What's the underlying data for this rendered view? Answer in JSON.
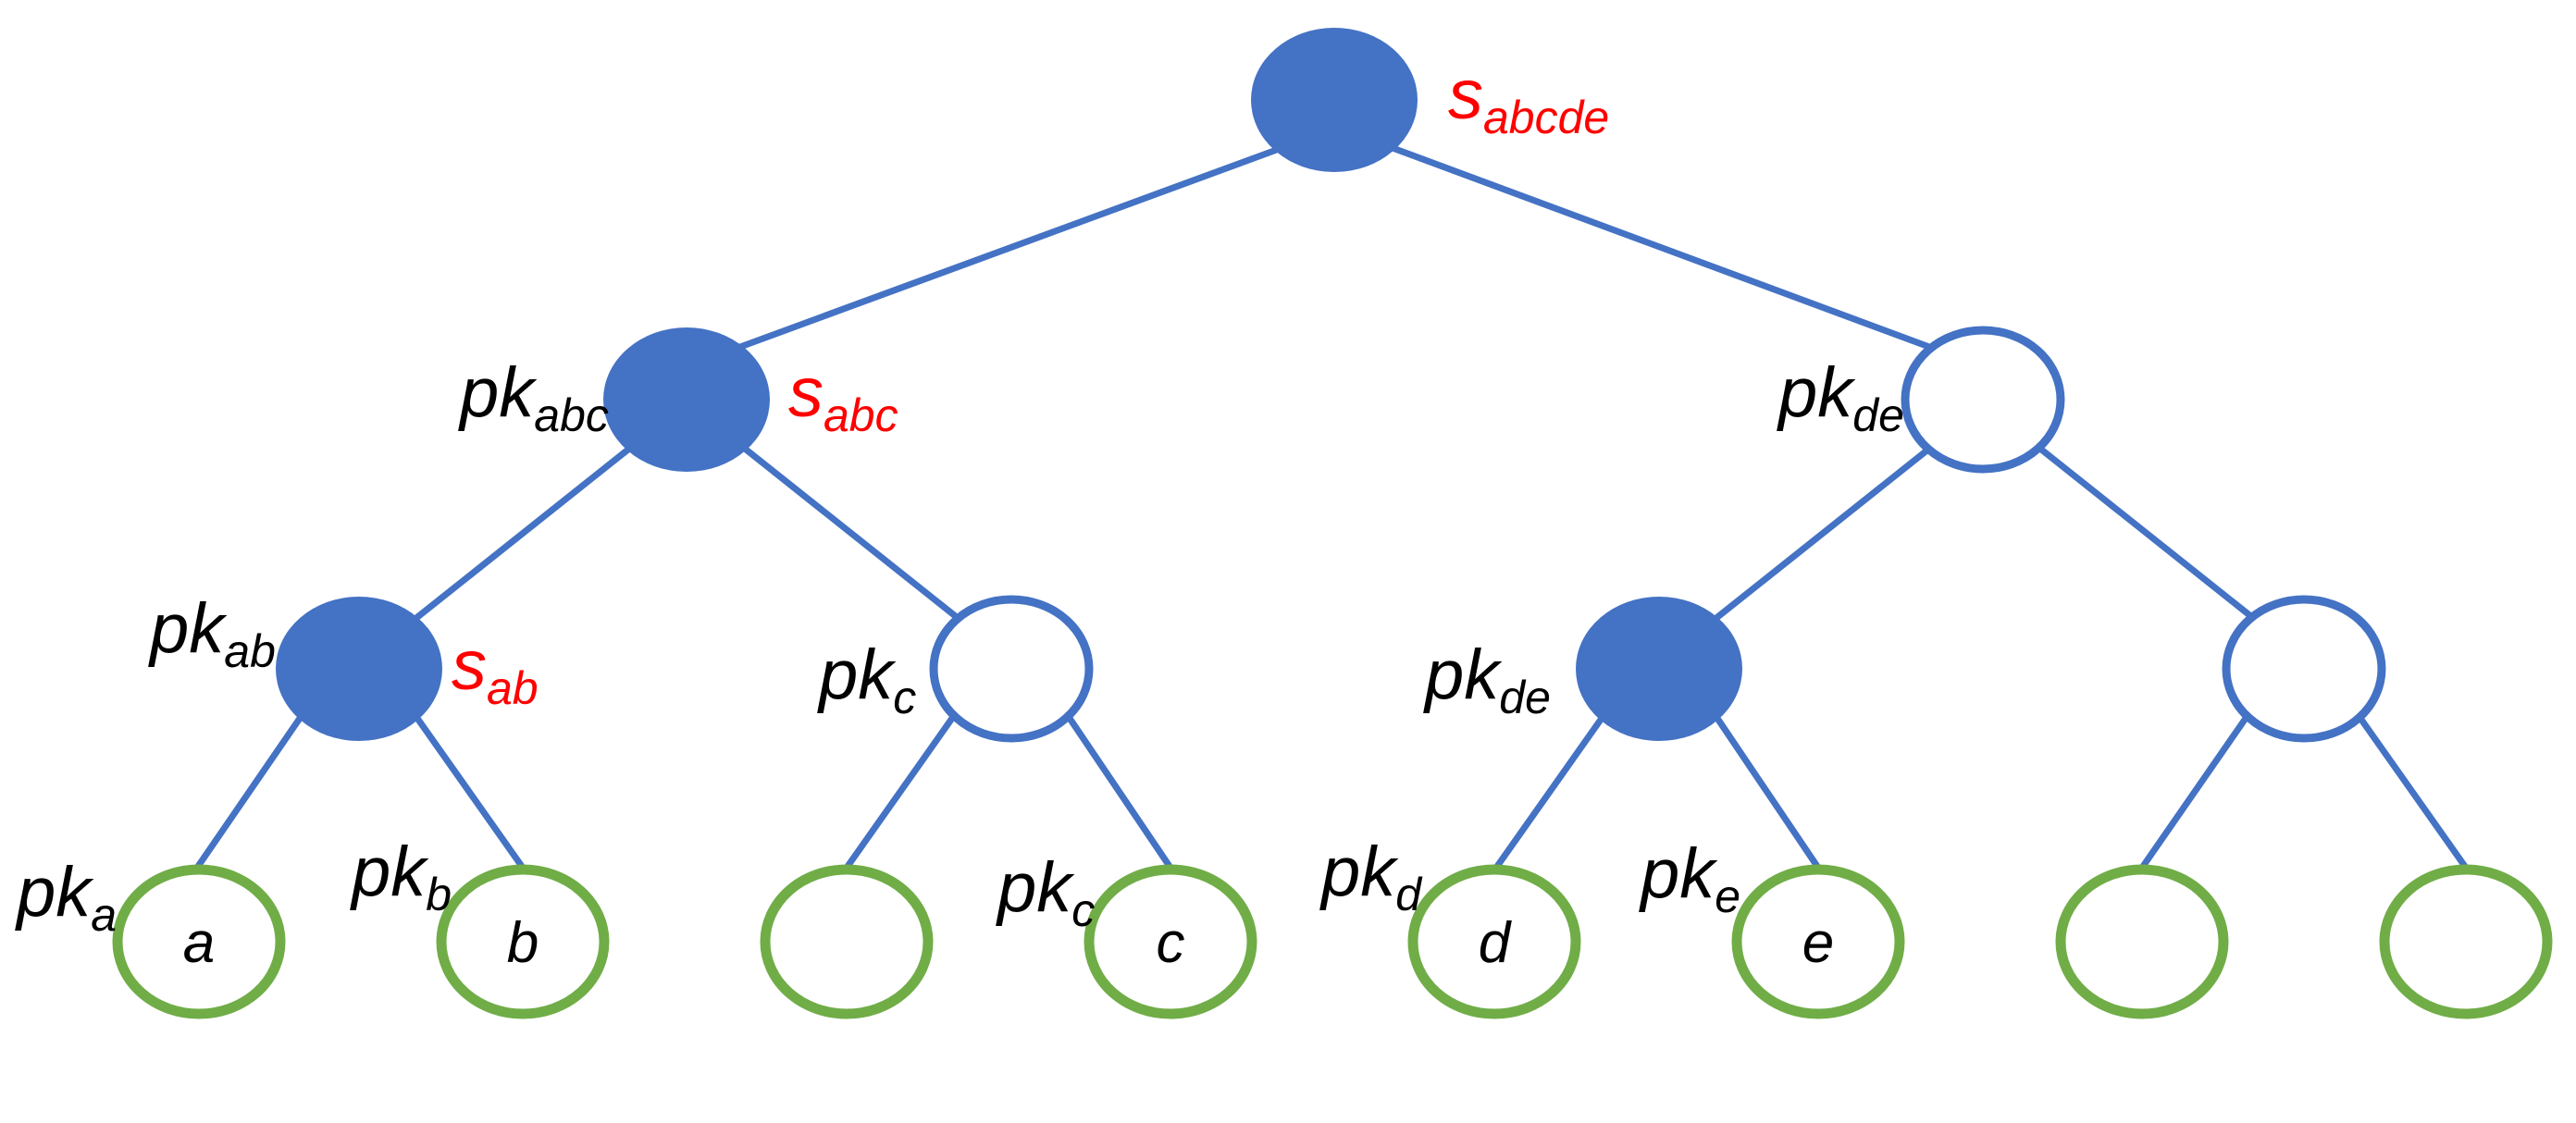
{
  "colors": {
    "edge": "#4472C4",
    "node_filled": "#4472C4",
    "node_outline": "#4472C4",
    "leaf_outline": "#70AD47",
    "key_label": "#000000",
    "secret_label": "#FF0000"
  },
  "tree": {
    "root": {
      "secret": {
        "base": "s",
        "sub": "abcde"
      }
    },
    "n_abc": {
      "key": {
        "base": "pk",
        "sub": "abc"
      },
      "secret": {
        "base": "s",
        "sub": "abc"
      }
    },
    "n_de_top": {
      "key": {
        "base": "pk",
        "sub": "de"
      }
    },
    "n_ab": {
      "key": {
        "base": "pk",
        "sub": "ab"
      },
      "secret": {
        "base": "s",
        "sub": "ab"
      }
    },
    "n_c": {
      "key": {
        "base": "pk",
        "sub": "c"
      }
    },
    "n_de": {
      "key": {
        "base": "pk",
        "sub": "de"
      }
    },
    "leaves": [
      {
        "text": "a",
        "key": {
          "base": "pk",
          "sub": "a"
        }
      },
      {
        "text": "b",
        "key": {
          "base": "pk",
          "sub": "b"
        }
      },
      {
        "text": "",
        "key": null
      },
      {
        "text": "c",
        "key": {
          "base": "pk",
          "sub": "c"
        }
      },
      {
        "text": "d",
        "key": {
          "base": "pk",
          "sub": "d"
        }
      },
      {
        "text": "e",
        "key": {
          "base": "pk",
          "sub": "e"
        }
      },
      {
        "text": "",
        "key": null
      },
      {
        "text": "",
        "key": null
      }
    ]
  }
}
